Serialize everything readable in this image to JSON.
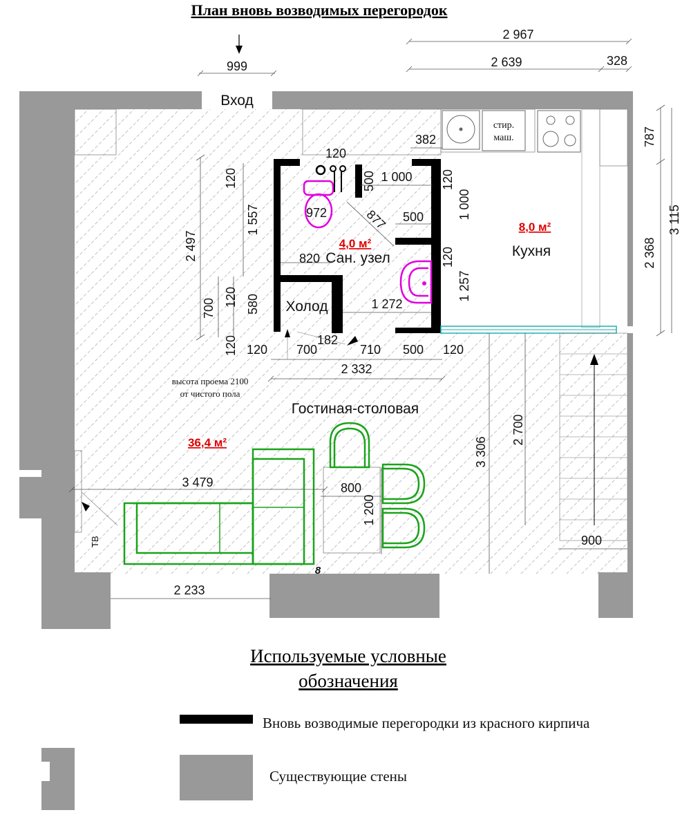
{
  "title": "План вновь возводимых перегородок",
  "rooms": {
    "entrance": "Вход",
    "bathroom": "Сан. узел",
    "bathroom_area": "4,0 м²",
    "kitchen": "Кухня",
    "kitchen_area": "8,0 м²",
    "cold": "Холод",
    "living": "Гостиная-столовая",
    "living_area": "36,4 м²"
  },
  "appliances": {
    "washer_line1": "стир.",
    "washer_line2": "маш.",
    "tv": "ТВ"
  },
  "notes": {
    "opening_line1": "высота проема 2100",
    "opening_line2": "от чистого пола",
    "mark8": "8"
  },
  "dimensions": {
    "d2967": "2 967",
    "d2639": "2 639",
    "d328": "328",
    "d999": "999",
    "d382": "382",
    "d120_top": "120",
    "d787": "787",
    "d3115": "3 115",
    "d2368": "2 368",
    "d1000_h": "1 000",
    "d500_v": "500",
    "d120_a": "120",
    "d1000_v": "1 000",
    "d972": "972",
    "d877": "877",
    "d500_h": "500",
    "d2497": "2 497",
    "d1557": "1 557",
    "d120_left": "120",
    "d120_b": "120",
    "d820": "820",
    "d1257": "1 257",
    "d1272": "1 272",
    "d700_v": "700",
    "d120_c": "120",
    "d580": "580",
    "d120_d": "120",
    "d120_e": "120",
    "d700_h": "700",
    "d182": "182",
    "d710": "710",
    "d500_b": "500",
    "d120_f": "120",
    "d2332": "2 332",
    "d3306": "3 306",
    "d2700": "2 700",
    "d3479": "3 479",
    "d800": "800",
    "d1200": "1 200",
    "d900": "900",
    "d2233": "2 233"
  },
  "legend": {
    "title_line1": "Используемые условные",
    "title_line2": "обозначения",
    "new_walls": "Вновь возводимые перегородки из красного кирпича",
    "existing_walls": "Существующие стены"
  },
  "colors": {
    "existing_wall": "#999999",
    "new_wall": "#000000",
    "furniture": "#1aa31a",
    "plumbing": "#e000e0",
    "area_label": "#e00000",
    "window": "#20b0b0"
  }
}
